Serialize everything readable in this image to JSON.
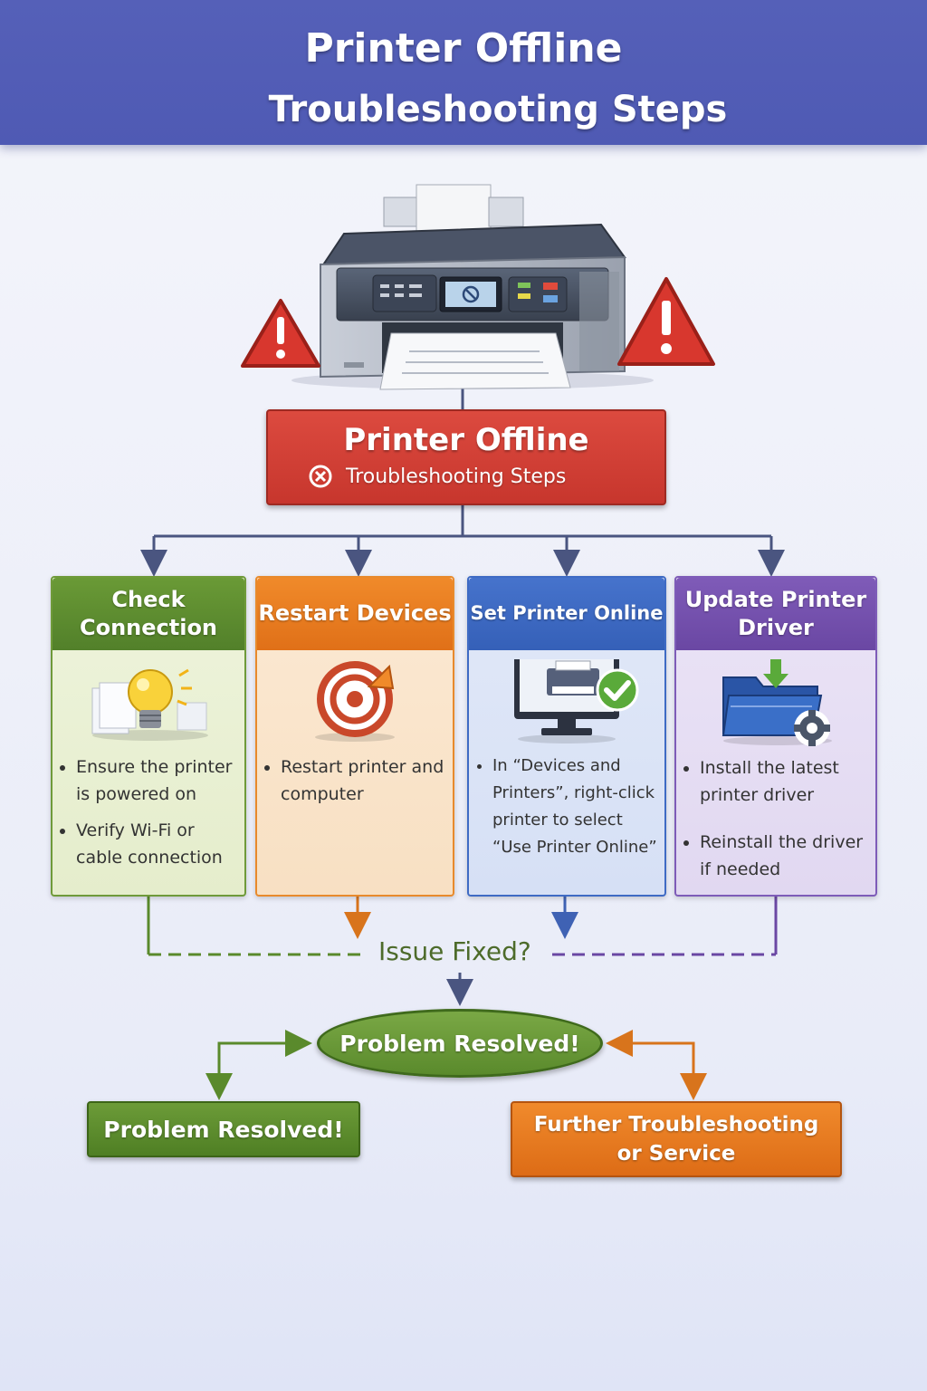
{
  "header": {
    "title_line1": "Printer Offline",
    "title_line2": "Troubleshooting Steps"
  },
  "main_box": {
    "title": "Printer Offline",
    "subtitle": "Troubleshooting Steps"
  },
  "cards": [
    {
      "title": "Check Connection",
      "icon": "lightbulb-icon",
      "color": "#5a8a2c",
      "bullets": [
        "Ensure the printer is powered on",
        "Verify Wi-Fi or cable connection"
      ]
    },
    {
      "title": "Restart Devices",
      "icon": "restart-target-icon",
      "color": "#e87c20",
      "bullets": [
        "Restart printer and computer"
      ]
    },
    {
      "title": "Set Printer Online",
      "icon": "monitor-printer-check-icon",
      "color": "#3f6bc4",
      "bullets": [
        "In “Devices and Printers”, right-click printer to select “Use Printer Online”"
      ]
    },
    {
      "title": "Update Printer Driver",
      "icon": "driver-folder-gear-icon",
      "color": "#7452ae",
      "bullets": [
        "Install the latest printer driver",
        "Reinstall the driver if needed"
      ]
    }
  ],
  "decision": {
    "question": "Issue Fixed?",
    "oval_label": "Problem Resolved!",
    "left_outcome": "Problem Resolved!",
    "right_outcome_line1": "Further Troubleshooting",
    "right_outcome_line2": "or Service"
  },
  "colors": {
    "header": "#5560b8",
    "alert_red": "#c7362d",
    "green": "#5a8a2c",
    "orange": "#e87c20",
    "blue": "#3f6bc4",
    "purple": "#7452ae"
  }
}
